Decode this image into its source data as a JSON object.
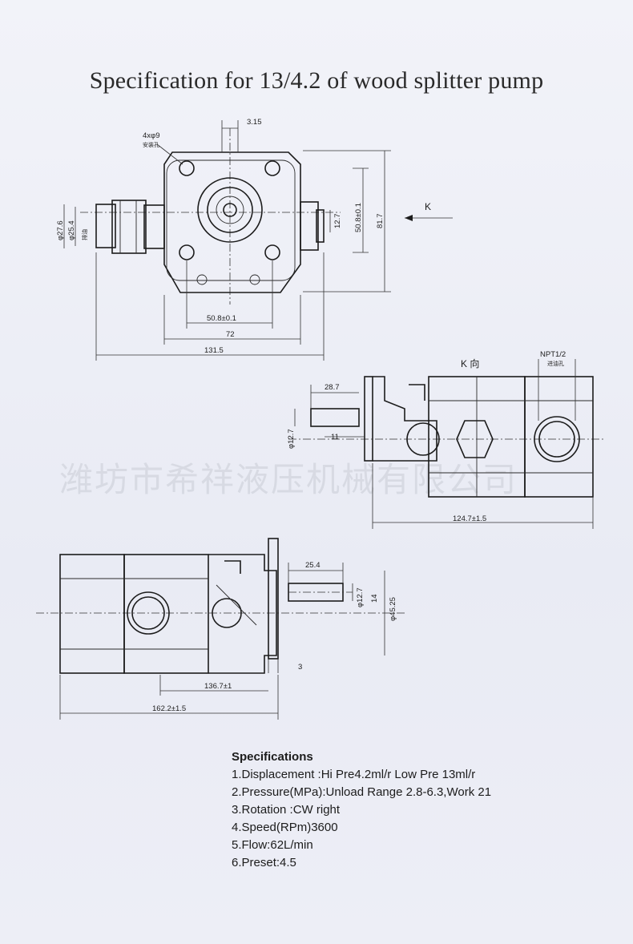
{
  "title": "Specification for 13/4.2 of wood splitter pump",
  "watermark": "潍坊市希祥液压机械有限公司",
  "view_label_k": "K",
  "view_label_k_direction": "K 向",
  "front_view": {
    "dim_top": "3.15",
    "hole_note": "4xφ9",
    "hole_note_cn": "安装孔",
    "dim_port_outer": "φ27.6",
    "dim_port_inner": "φ25.4",
    "dim_port_cn": "排油",
    "dim_small_height": "12.7",
    "dim_height_mid": "50.8±0.1",
    "dim_height_total": "81.7",
    "dim_width_inner": "50.8±0.1",
    "dim_width_72": "72",
    "dim_width_total": "131.5"
  },
  "top_view": {
    "port_note": "NPT1/2",
    "port_note_cn": "进油孔",
    "dim_shaft_length": "28.7",
    "dim_shaft_dia": "φ12.7",
    "dim_11": "11",
    "dim_length": "124.7±1.5"
  },
  "bottom_view": {
    "dim_shaft_length": "25.4",
    "dim_shaft_dia": "φ12.7",
    "dim_key": "14",
    "dim_pilot": "φ45.25",
    "dim_3": "3",
    "dim_136": "136.7±1",
    "dim_length": "162.2±1.5"
  },
  "specifications": {
    "heading": "Specifications",
    "items": [
      "1.Displacement :Hi Pre4.2ml/r Low Pre 13ml/r",
      "2.Pressure(MPa):Unload Range 2.8-6.3,Work 21",
      "3.Rotation :CW right",
      "4.Speed(RPm)3600",
      "5.Flow:62L/min",
      "6.Preset:4.5"
    ]
  }
}
